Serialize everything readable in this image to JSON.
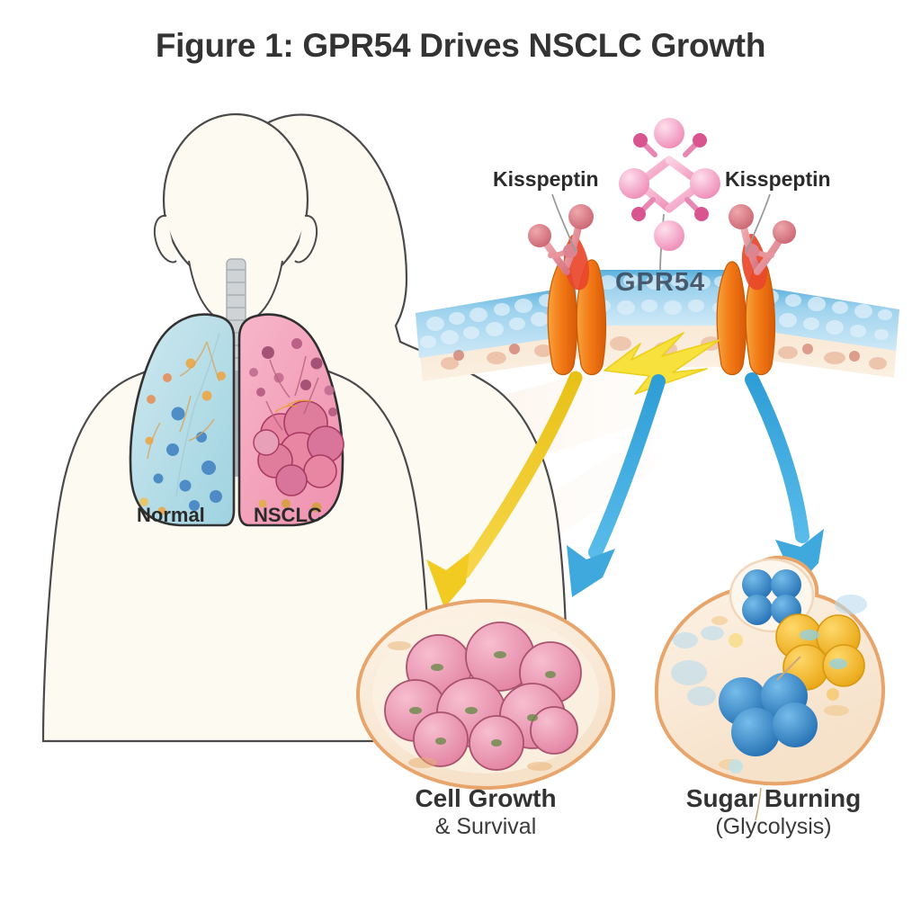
{
  "figure": {
    "title": "Figure 1: GPR54 Drives NSCLC Growth",
    "background_color": "#ffffff",
    "title_color": "#333333",
    "type": "biomedical-signaling-diagram"
  },
  "patient_panel": {
    "name": "human-torso-with-lungs",
    "body_fill": "#fdfaf2",
    "body_outline": "#4a4a4a",
    "trachea_color": "#b9bcbe",
    "normal_lung": {
      "label": "Normal",
      "fill": "#b8dde6",
      "outline": "#333333",
      "dot_colors": [
        "#3d7fc1",
        "#f0a43c",
        "#e98b52"
      ]
    },
    "nsclc_lung": {
      "label": "NSCLC",
      "fill": "#f2a0bb",
      "outline": "#2f2f2f",
      "tumor_color": "#e8809f",
      "tumor_outline": "#a83b62"
    }
  },
  "membrane_panel": {
    "name": "cell-membrane-receptor-view",
    "ligand_label_left": "Kisspeptin",
    "ligand_label_right": "Kisspeptin",
    "receptor_label": "GPR54",
    "membrane_color": "#6cb8de",
    "membrane_head_color": "#bcdff2",
    "cytoplasm_color": "#f7e2cc",
    "receptor_color": "#f07818",
    "ligand_color": "#e8919b",
    "molecule_color": "#f0a0c0",
    "signal_burst_color": "#f7e13c"
  },
  "arrows": [
    {
      "name": "arrow-cell-growth",
      "color": "#f0c419",
      "target": "Cell Growth"
    },
    {
      "name": "arrow-center-blue",
      "color": "#3fa9de",
      "target": "Cell Growth"
    },
    {
      "name": "arrow-glycolysis",
      "color": "#3fa9de",
      "target": "Sugar Burning"
    }
  ],
  "outcomes": [
    {
      "name": "cell-growth",
      "main": "Cell Growth",
      "sub": "& Survival",
      "cell_fill": "#fbeedd",
      "cell_outline": "#e8a56b",
      "content_color": "#e8809f"
    },
    {
      "name": "sugar-burning",
      "main": "Sugar Burning",
      "sub": "(Glycolysis)",
      "cell_fill": "#fbeedd",
      "cell_outline": "#e8a56b",
      "glucose_color": "#2f7dc4",
      "atp_color": "#f4b81f"
    }
  ]
}
